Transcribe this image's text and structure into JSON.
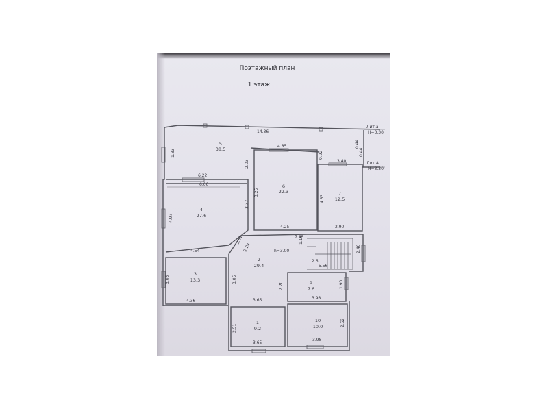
{
  "title": "Поэтажный план",
  "subtitle": "1 этаж",
  "markers": {
    "lit_a_small": "Лит.а",
    "lit_a_small_h": "Н=3.30",
    "lit_a_big": "Лит.А",
    "lit_a_big_h": "Н=3.30",
    "hall_height": "h=3.00"
  },
  "rooms": [
    {
      "number": "1",
      "area": "9.2"
    },
    {
      "number": "2",
      "area": "29.4"
    },
    {
      "number": "3",
      "area": "13.3"
    },
    {
      "number": "4",
      "area": "27.6"
    },
    {
      "number": "5",
      "area": "38.5"
    },
    {
      "number": "6",
      "area": "22.3"
    },
    {
      "number": "7",
      "area": "12.5"
    },
    {
      "number": "9",
      "area": "7.6"
    },
    {
      "number": "10",
      "area": "10.0"
    }
  ],
  "dimensions": {
    "top_width": "14.36",
    "room5_left": "1.83",
    "room6_top": "4.85",
    "room6_left_upper": "2.03",
    "room6_side": "0.92",
    "right_small_a": "0.44",
    "right_small_b": "0.44",
    "room7_top": "3.40",
    "room4_top_outer": "6.22",
    "room4_top_inner": "6.06",
    "room6_left": "3.25",
    "room6_left_lower": "3.37",
    "room7_left": "4.33",
    "room4_left": "4.97",
    "room6_bottom": "4.25",
    "room7_bottom": "2.90",
    "hall_diag_a": "2.01",
    "hall_diag_b": "2.24",
    "room4_bottom": "4.54",
    "stair_top": "7.65",
    "stair_left": "1.16",
    "stair_a": "2.6",
    "stair_b": "5.56",
    "stair_right": "2.46",
    "room3_left": "3.05",
    "room2_left": "3.05",
    "room2_right": "2.20",
    "room9_right": "1.90",
    "room3_bottom": "4.36",
    "room2_bottom": "3.65",
    "room9_bottom": "3.98",
    "room1_left": "2.51",
    "room10_right": "2.52",
    "room1_bottom": "3.65",
    "room10_bottom": "3.98"
  }
}
